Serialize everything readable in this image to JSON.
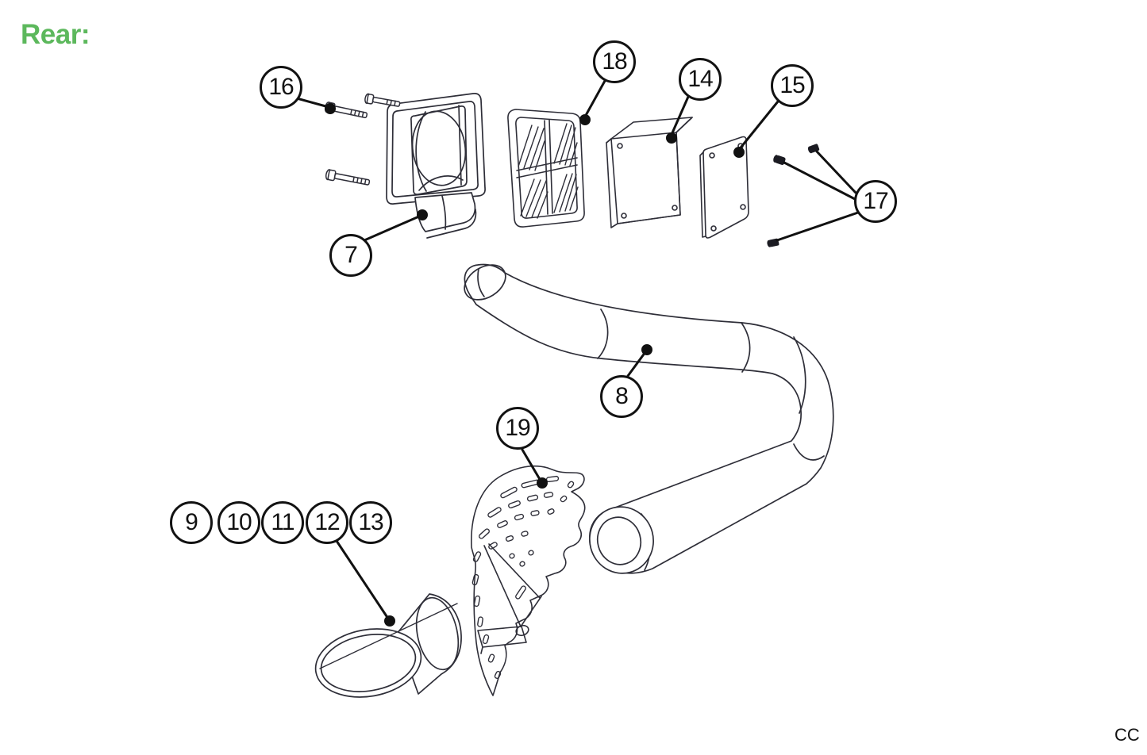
{
  "page": {
    "view_label": "Rear:",
    "corner_mark": "CC"
  },
  "colors": {
    "accent_green": "#5CB85C",
    "line_art": "#2E2E38",
    "ink": "#111111",
    "background": "#FFFFFF"
  },
  "diagram": {
    "kind": "exploded-parts-view",
    "callouts": [
      {
        "label": "16"
      },
      {
        "label": "7"
      },
      {
        "label": "18"
      },
      {
        "label": "14"
      },
      {
        "label": "15"
      },
      {
        "label": "17"
      },
      {
        "label": "8"
      },
      {
        "label": "19"
      },
      {
        "label": "9"
      },
      {
        "label": "10"
      },
      {
        "label": "11"
      },
      {
        "label": "12"
      },
      {
        "label": "13"
      }
    ]
  }
}
